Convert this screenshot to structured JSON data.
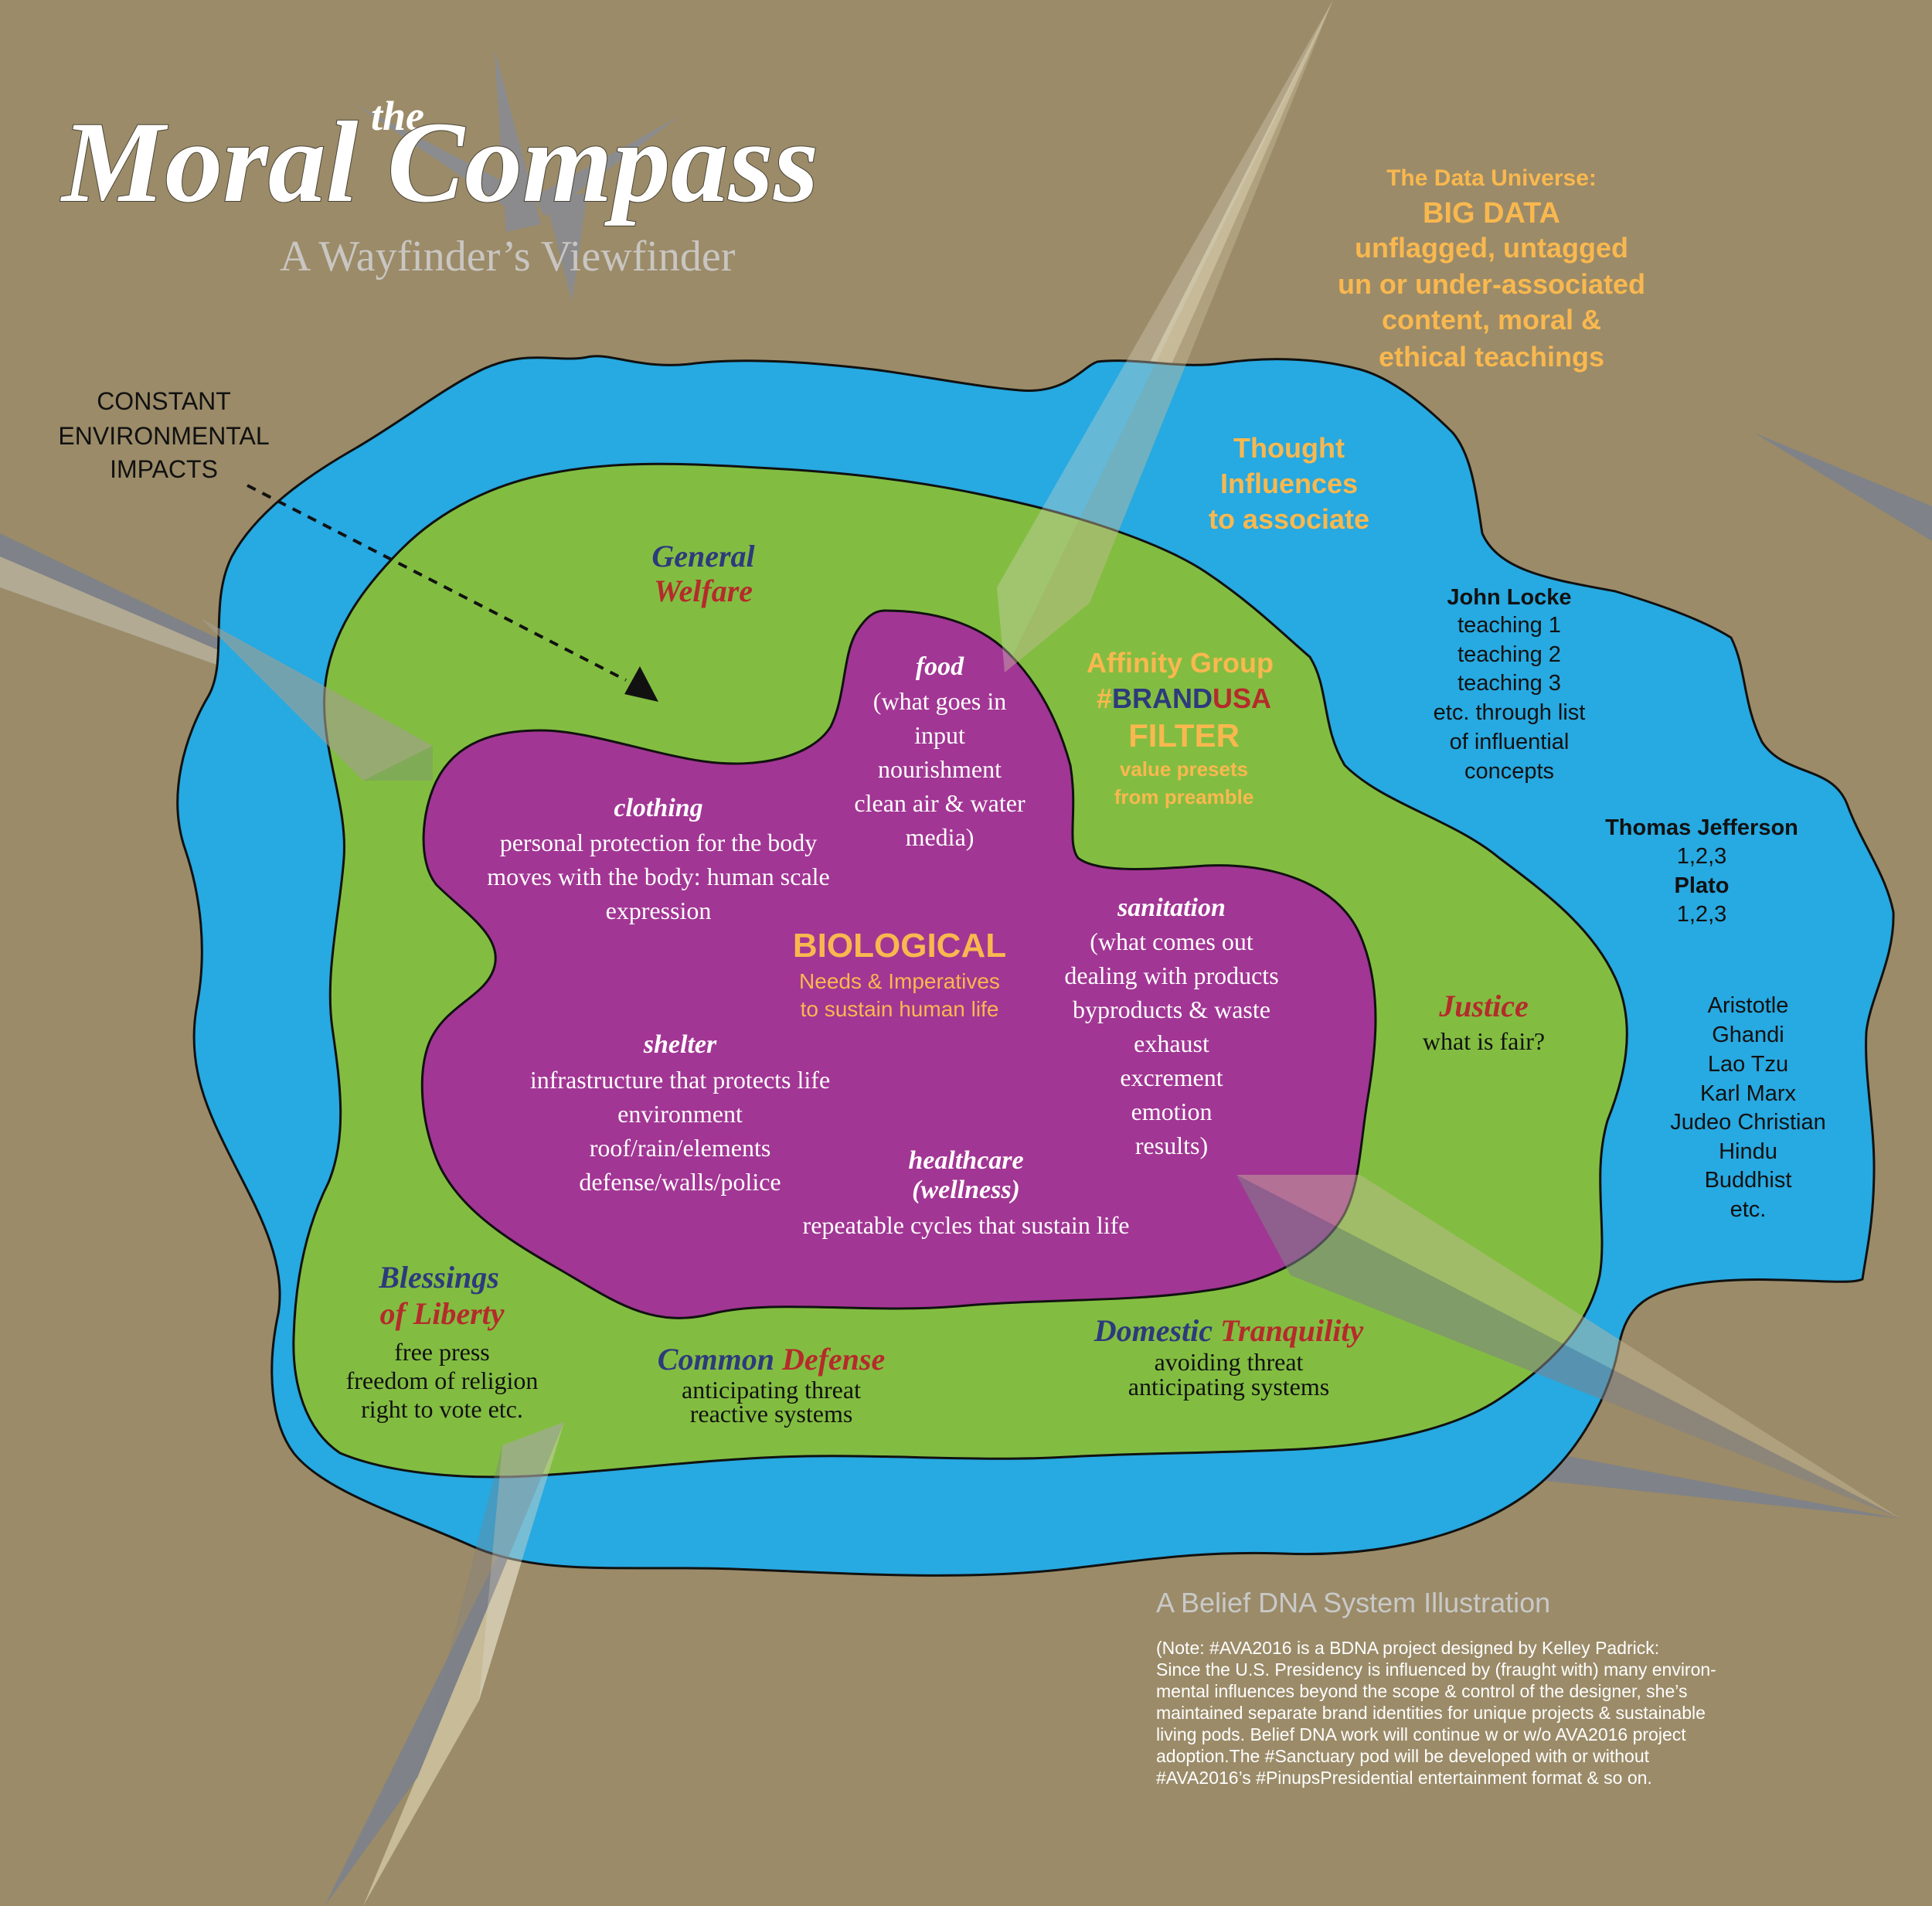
{
  "title": {
    "the": "the",
    "main": "Moral Compass",
    "subtitle": "A Wayfinder’s Viewfinder"
  },
  "env_label": [
    "CONSTANT",
    "ENVIRONMENTAL",
    "IMPACTS"
  ],
  "data_universe": {
    "heading": "The Data Universe:",
    "lines": [
      "BIG DATA",
      "unflagged, untagged",
      "un or under-associated",
      "content, moral &",
      "ethical teachings"
    ]
  },
  "thought": [
    "Thought",
    "Influences",
    "to associate"
  ],
  "locke": {
    "name": "John Locke",
    "lines": [
      "teaching 1",
      "teaching 2",
      "teaching 3",
      "etc. through list",
      "of influential",
      "concepts"
    ]
  },
  "jefferson": {
    "name": "Thomas Jefferson",
    "value": "1,2,3"
  },
  "plato": {
    "name": "Plato",
    "value": "1,2,3"
  },
  "teachers": [
    "Aristotle",
    "Ghandi",
    "Lao Tzu",
    "Karl Marx",
    "Judeo Christian",
    "Hindu",
    "Buddhist",
    "etc."
  ],
  "general_welfare": {
    "word1": "General",
    "word2": "Welfare"
  },
  "affinity": {
    "heading": "Affinity Group",
    "hash": "#",
    "brand": "BRAND",
    "usa": "USA",
    "filter": "FILTER",
    "sub": [
      "value presets",
      "from preamble"
    ]
  },
  "food": {
    "label": "food",
    "lines": [
      "(what goes in",
      "input",
      "nourishment",
      "clean air & water",
      "media)"
    ]
  },
  "clothing": {
    "label": "clothing",
    "lines": [
      "personal protection for the body",
      "moves with the body: human scale",
      "expression"
    ]
  },
  "biological": {
    "heading": "BIOLOGICAL",
    "lines": [
      "Needs & Imperatives",
      "to sustain human life"
    ]
  },
  "sanitation": {
    "label": "sanitation",
    "lines": [
      "(what comes out",
      "dealing with products",
      "byproducts & waste",
      "exhaust",
      "excrement",
      "emotion",
      "results)"
    ]
  },
  "shelter": {
    "label": "shelter",
    "lines": [
      "infrastructure that protects life",
      "environment",
      "roof/rain/elements",
      "defense/walls/police"
    ]
  },
  "healthcare": {
    "label1": "healthcare",
    "label2": "(wellness)",
    "line": "repeatable cycles that sustain life"
  },
  "justice": {
    "label": "Justice",
    "line": "what is fair?"
  },
  "liberty": {
    "word1": "Blessings",
    "word2": "of Liberty",
    "lines": [
      "free press",
      "freedom of religion",
      "right to vote etc."
    ]
  },
  "defense": {
    "word1": "Common",
    "word2": "Defense",
    "lines": [
      "anticipating threat",
      "reactive systems"
    ]
  },
  "tranquility": {
    "word1": "Domestic",
    "word2": "Tranquility",
    "lines": [
      "avoiding threat",
      "anticipating systems"
    ]
  },
  "footer": {
    "heading": "A Belief DNA System Illustration",
    "note": [
      "(Note: #AVA2016  is a BDNA project designed by Kelley Padrick:",
      "Since the U.S. Presidency is influenced by (fraught with) many environ-",
      "mental influences beyond the scope & control of the designer, she’s",
      "maintained separate brand identities for unique projects & sustainable",
      "living pods.  Belief DNA work will continue w or w/o AVA2016 project",
      "adoption.The #Sanctuary pod will be developed with or without",
      "#AVA2016’s #PinupsPresidential entertainment format & so on."
    ]
  },
  "colors": {
    "background": "#9b8b68",
    "blue": "#27a9e1",
    "green": "#82bd41",
    "purple": "#a23694",
    "orange": "#f9b84f",
    "navy": "#2d3a7c",
    "red": "#b52b2b",
    "white": "#ffffff",
    "black": "#111111"
  }
}
